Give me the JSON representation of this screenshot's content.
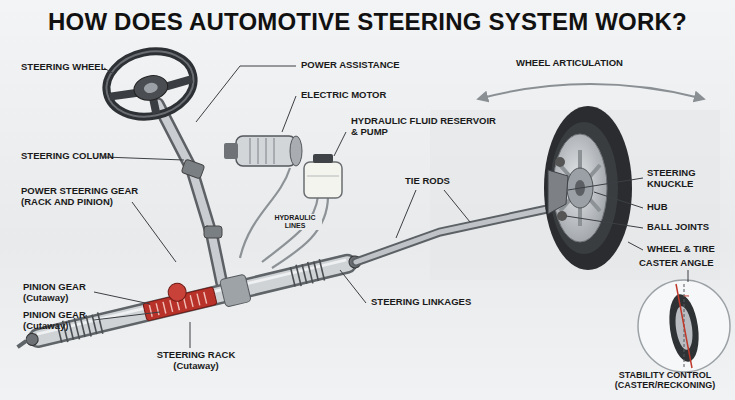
{
  "diagram": {
    "title": "HOW DOES AUTOMOTIVE STEERING SYSTEM WORK?",
    "labels": [
      "STEERING WHEEL",
      "POWER ASSISTANCE",
      "ELECTRIC MOTOR",
      "HYDRAULIC FLUID RESERVOIR & PUMP",
      "WHEEL ARTICULATION",
      "STEERING COLUMN",
      "POWER STEERING GEAR (RACK AND PINION)",
      "HYDRAULIC LINES",
      "TIE RODS",
      "STEERING KNUCKLE",
      "HUB",
      "BALL JOINTS",
      "WHEEL & TIRE",
      "CASTER ANGLE",
      "PINION GEAR (Cutaway)",
      "PINION GEAR (Cutaway)",
      "STEERING LINKAGES",
      "STEERING RACK (Cutaway)",
      "STABILITY CONTROL (CASTER/RECKONING)"
    ]
  }
}
